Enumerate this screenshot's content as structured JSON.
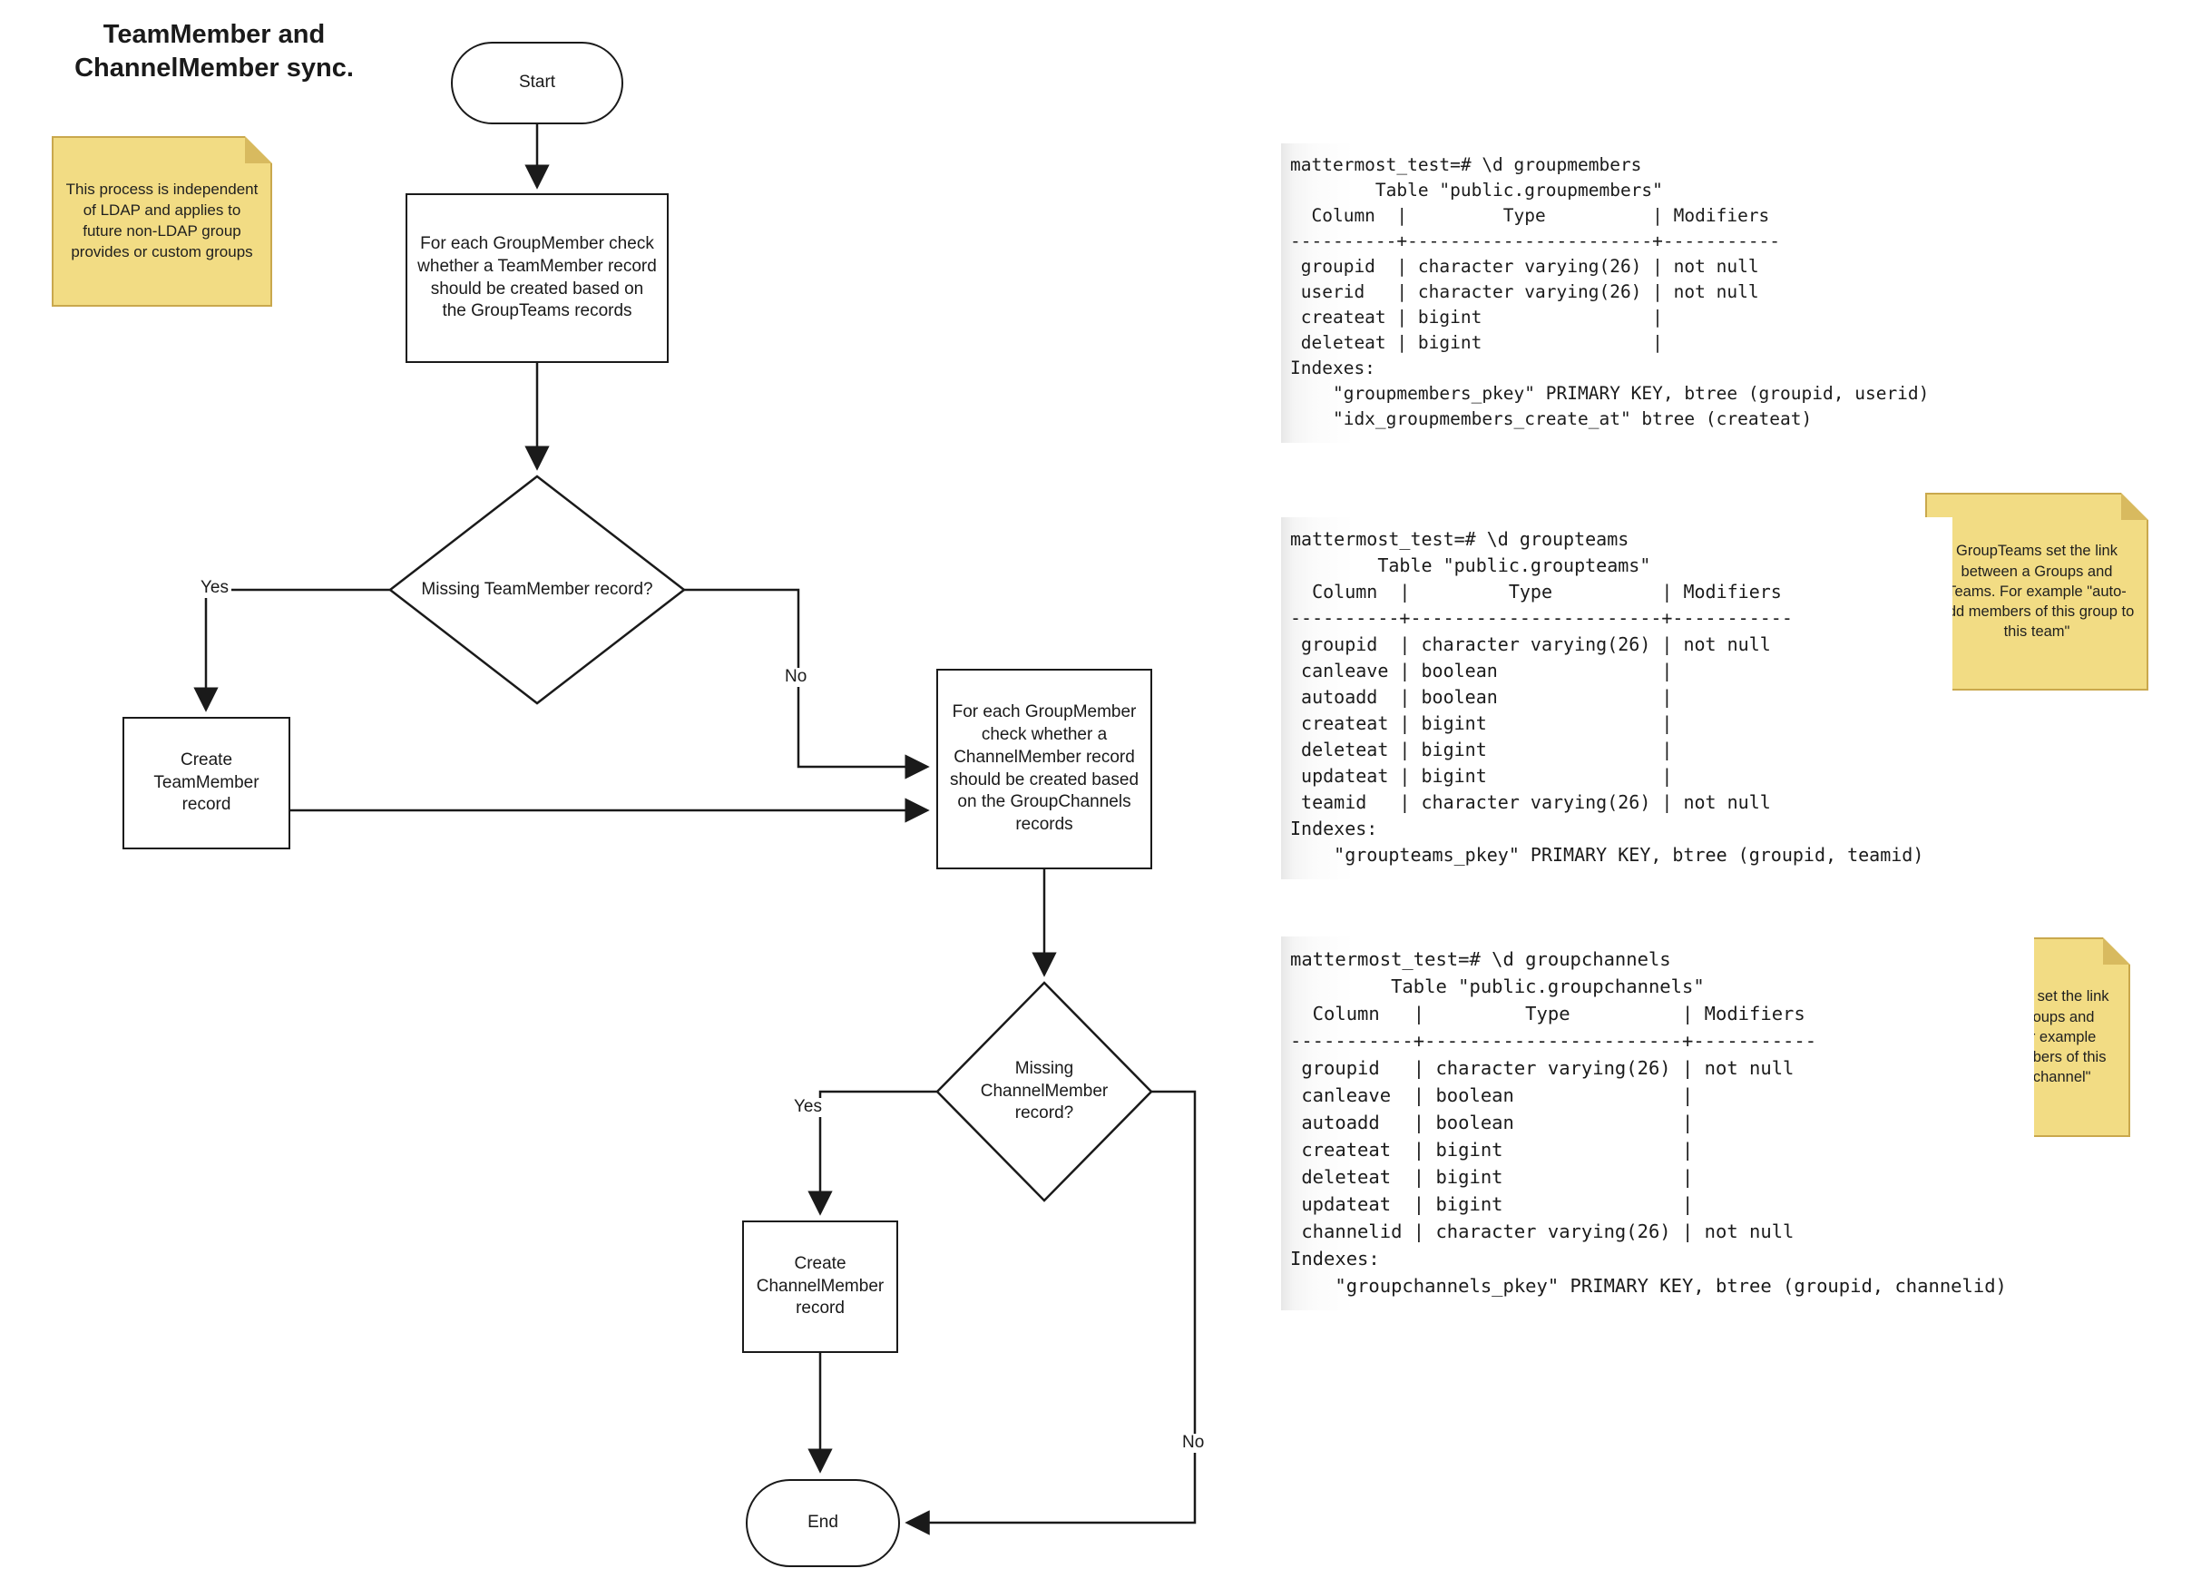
{
  "title": "TeamMember and\nChannelMember sync.",
  "notes": {
    "process_note": "This process is independent of LDAP and applies to future non-LDAP group provides or custom groups",
    "groupteams_note": "GroupTeams set the link between a Groups and Teams. For example \"auto-add members of this group to this team\"",
    "groupchannels_note": "GroupChannels set the link between a Groups and Channels. For example \"auto-add members of this group to this channel\""
  },
  "flowchart": {
    "start": "Start",
    "step_teammember_check": "For each GroupMember check whether a TeamMember record should be created based on the GroupTeams records",
    "decision_teammember": "Missing TeamMember record?",
    "create_teammember": "Create TeamMember record",
    "step_channelmember_check": "For each GroupMember check whether a ChannelMember record should be created based on the GroupChannels records",
    "decision_channelmember": "Missing ChannelMember record?",
    "create_channelmember": "Create ChannelMember record",
    "end": "End",
    "labels": {
      "yes1": "Yes",
      "no1": "No",
      "yes2": "Yes",
      "no2": "No"
    }
  },
  "code": {
    "groupmembers": "mattermost_test=# \\d groupmembers\n        Table \"public.groupmembers\"\n  Column  |         Type          | Modifiers\n----------+-----------------------+-----------\n groupid  | character varying(26) | not null\n userid   | character varying(26) | not null\n createat | bigint                |\n deleteat | bigint                |\nIndexes:\n    \"groupmembers_pkey\" PRIMARY KEY, btree (groupid, userid)\n    \"idx_groupmembers_create_at\" btree (createat)",
    "groupteams": "mattermost_test=# \\d groupteams\n        Table \"public.groupteams\"\n  Column  |         Type          | Modifiers\n----------+-----------------------+-----------\n groupid  | character varying(26) | not null\n canleave | boolean               |\n autoadd  | boolean               |\n createat | bigint                |\n deleteat | bigint                |\n updateat | bigint                |\n teamid   | character varying(26) | not null\nIndexes:\n    \"groupteams_pkey\" PRIMARY KEY, btree (groupid, teamid)",
    "groupchannels": "mattermost_test=# \\d groupchannels\n         Table \"public.groupchannels\"\n  Column   |         Type          | Modifiers\n-----------+-----------------------+-----------\n groupid   | character varying(26) | not null\n canleave  | boolean               |\n autoadd   | boolean               |\n createat  | bigint                |\n deleteat  | bigint                |\n updateat  | bigint                |\n channelid | character varying(26) | not null\nIndexes:\n    \"groupchannels_pkey\" PRIMARY KEY, btree (groupid, channelid)",
    "prompt": "mattermost_test=#"
  },
  "colors": {
    "background": "#ffffff",
    "line": "#1a1a1a",
    "sticky_fill": "#f2dc84",
    "sticky_border": "#c9a84d",
    "sticky_fold": "#d8ba5f",
    "code_text": "#1b1b1b"
  }
}
